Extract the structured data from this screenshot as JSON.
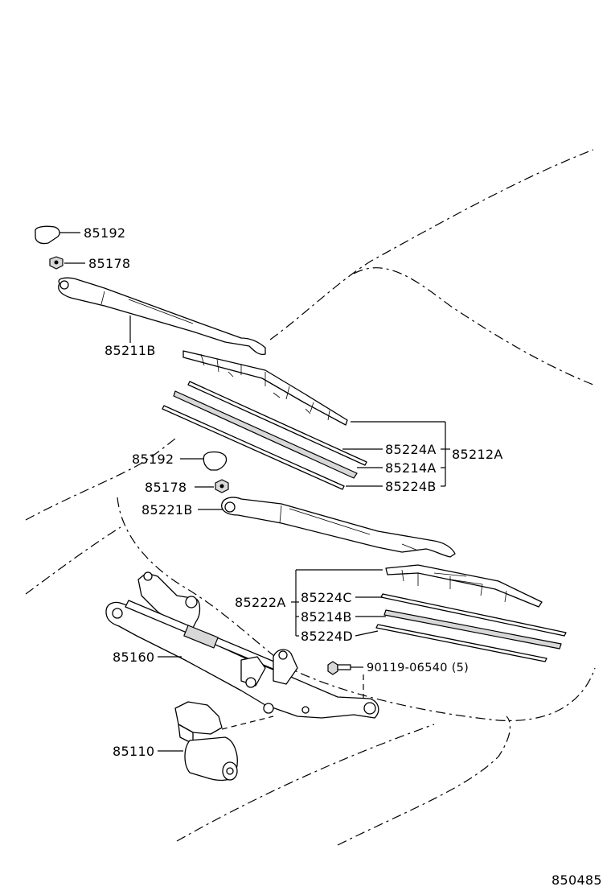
{
  "colors": {
    "line": "#000000",
    "background": "#ffffff",
    "shade": "#d8d8d8"
  },
  "labels": {
    "p85192_top": "85192",
    "p85178_top": "85178",
    "p85211B": "85211B",
    "p85224A": "85224A",
    "p85214A": "85214A",
    "p85224B": "85224B",
    "p85212A": "85212A",
    "p85192_mid": "85192",
    "p85178_mid": "85178",
    "p85221B": "85221B",
    "p85222A": "85222A",
    "p85224C": "85224C",
    "p85214B": "85214B",
    "p85224D": "85224D",
    "p90119": "90119-06540 (5)",
    "p85160": "85160",
    "p85110": "85110",
    "diagram_id": "850485"
  }
}
